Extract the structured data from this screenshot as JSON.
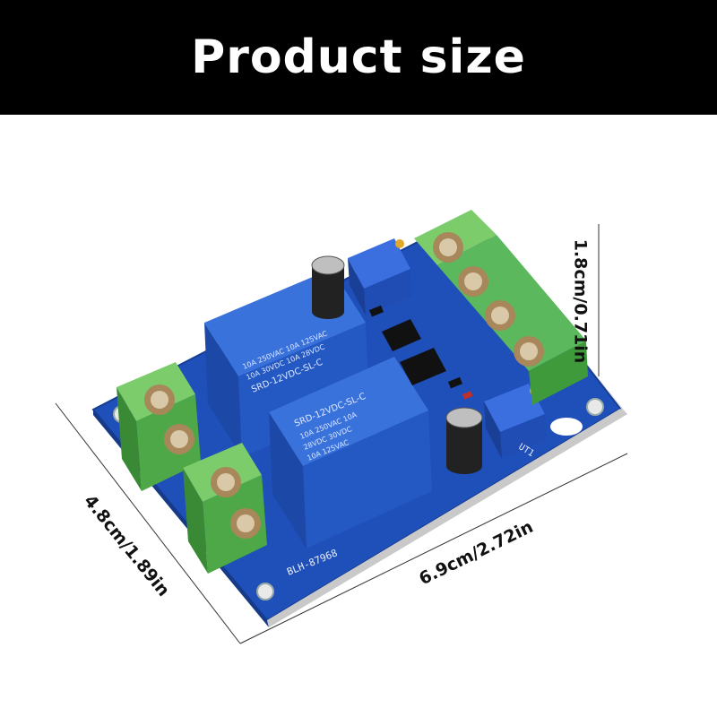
{
  "header": {
    "title": "Product size"
  },
  "dimensions": {
    "width": "6.9cm/2.72in",
    "depth": "4.8cm/1.89in",
    "height": "1.8cm/0.71in"
  },
  "board": {
    "silkscreen_model": "BLH-87968",
    "relay_1_text": [
      "10A 250VAC  10A 125VAC",
      "10A 30VDC  10A 28VDC",
      "SRD-12VDC-SL-C"
    ],
    "relay_2_text": [
      "SRD-12VDC-SL-C",
      "10A 250VAC 10A",
      "28VDC 30VDC",
      "10A 125VAC"
    ],
    "label_ut1": "UT1"
  },
  "colors": {
    "header_bg": "#000000",
    "pcb_blue": "#1f4fb8",
    "relay_blue": "#2458c2",
    "terminal_green": "#5cb85c"
  }
}
